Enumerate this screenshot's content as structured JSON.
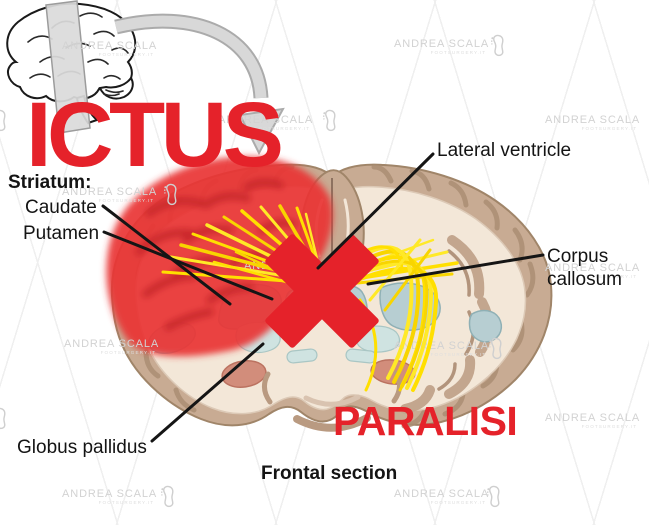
{
  "overlay": {
    "ictus": "ICTUS",
    "paralisi": "PARALISI"
  },
  "labels": {
    "striatum_header": "Striatum:",
    "caudate": "Caudate",
    "putamen": "Putamen",
    "lateral_ventricle": "Lateral ventricle",
    "corpus_callosum": "Corpus callosum",
    "globus_pallidus": "Globus pallidus",
    "caption": "Frontal section"
  },
  "watermark": {
    "name": "ANDREA SCALA",
    "subtext": "FOOTSURGERY.IT"
  },
  "colors": {
    "accent_red": "#e5222a",
    "stroke_red": "#e93434",
    "fiber_yellow": "#ffe100",
    "cortex_tan": "#c8ab93",
    "cortex_line": "#a08569",
    "inner_cream": "#f3e7d8",
    "nuclei_blue": "#b7ced2",
    "nuclei_blue_light": "#cfe3e1",
    "salmon": "#d28d7b",
    "watermark_gray": "#d2d2d2"
  }
}
